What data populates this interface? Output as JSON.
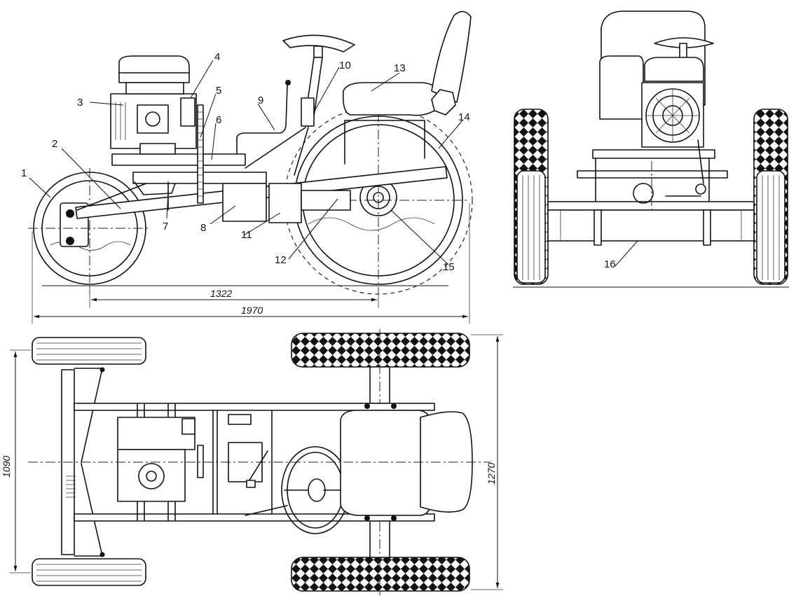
{
  "drawing": {
    "callouts": [
      "1",
      "2",
      "3",
      "4",
      "5",
      "6",
      "7",
      "8",
      "9",
      "10",
      "11",
      "12",
      "13",
      "14",
      "15",
      "16"
    ],
    "dimensions": {
      "wheelbase": "1322",
      "overall_length": "1970",
      "front_track": "1090",
      "overall_width": "1270"
    }
  }
}
